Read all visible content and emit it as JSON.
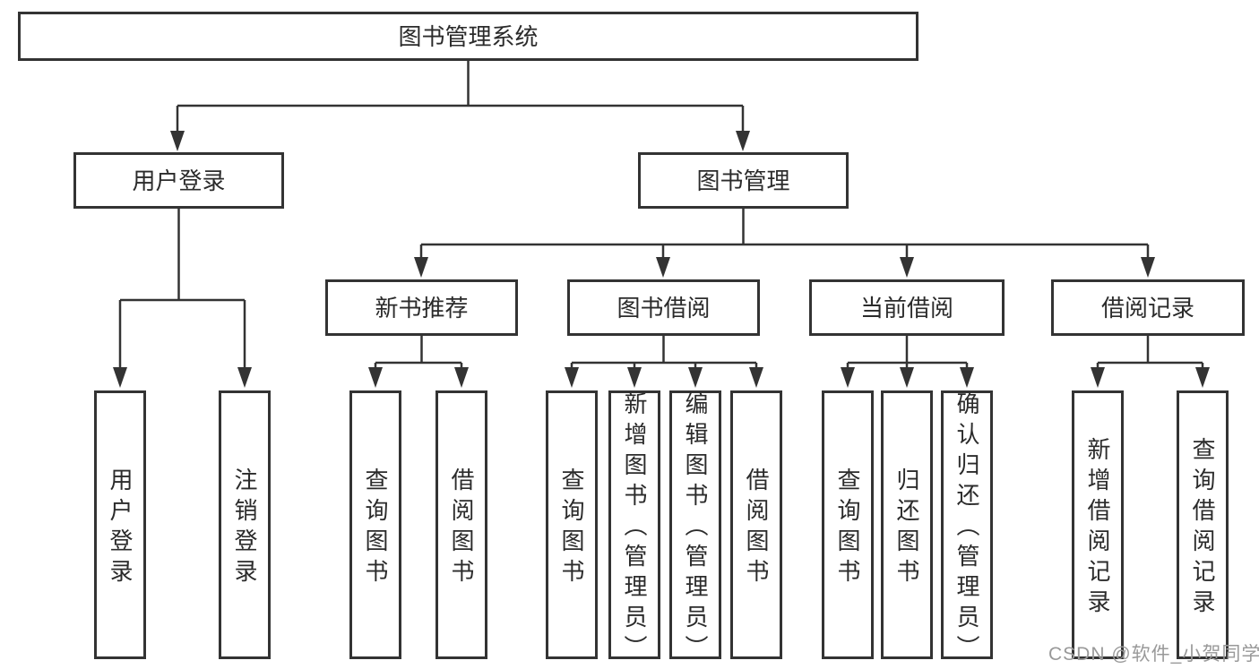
{
  "nodes": {
    "root": "图书管理系统",
    "user_login": "用户登录",
    "book_mgmt": "图书管理",
    "new_book_rec": "新书推荐",
    "book_borrow": "图书借阅",
    "current_borrow": "当前借阅",
    "borrow_records": "借阅记录"
  },
  "leaves": {
    "user_login": [
      "用户登录",
      "注销登录"
    ],
    "new_book_rec": [
      "查询图书",
      "借阅图书"
    ],
    "book_borrow": [
      "查询图书",
      "新增图书（管理员）",
      "编辑图书（管理员）",
      "借阅图书"
    ],
    "current_borrow": [
      "查询图书",
      "归还图书",
      "确认归还（管理员）"
    ],
    "borrow_records": [
      "新增借阅记录",
      "查询借阅记录"
    ]
  },
  "watermark": "CSDN @软件_小贺同学",
  "colors": {
    "line": "#333333",
    "box_border": "#333333",
    "text": "#2b2b2b",
    "watermark": "#999999",
    "background": "#ffffff"
  }
}
